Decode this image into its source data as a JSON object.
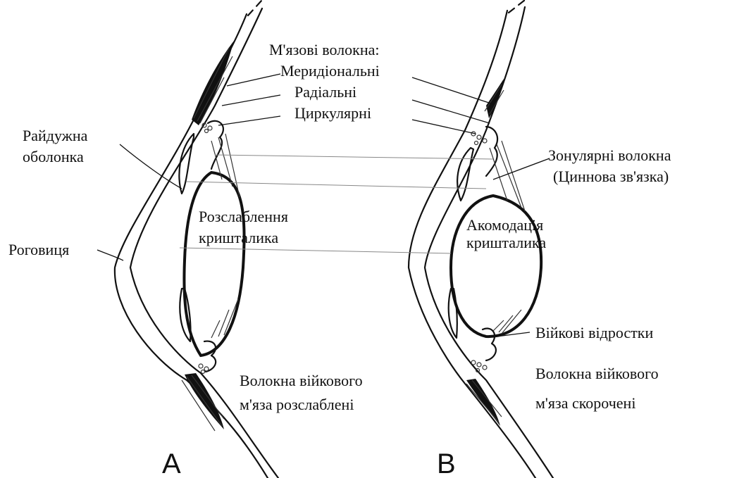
{
  "labels": {
    "muscle_fibers": "М'язові волокна:",
    "meridional": "Меридіональні",
    "radial": "Радіальні",
    "circular": "Циркулярні",
    "iris_line1": "Райдужна",
    "iris_line2": "оболонка",
    "zonular_line1": "Зонулярні волокна",
    "zonular_line2": "(Циннова зв'язка)",
    "relax_line1": "Розслаблення",
    "relax_line2": "кришталика",
    "accom_line1": "Акомодація",
    "accom_line2": "кришталика",
    "cornea": "Роговиця",
    "ciliary_processes": "Війкові відростки",
    "relaxed_line1": "Волокна війкового",
    "relaxed_line2": "м'яза розслаблені",
    "contracted_line1": "Волокна війкового",
    "contracted_line2": "м'яза скорочені",
    "panel_a": "A",
    "panel_b": "B"
  }
}
